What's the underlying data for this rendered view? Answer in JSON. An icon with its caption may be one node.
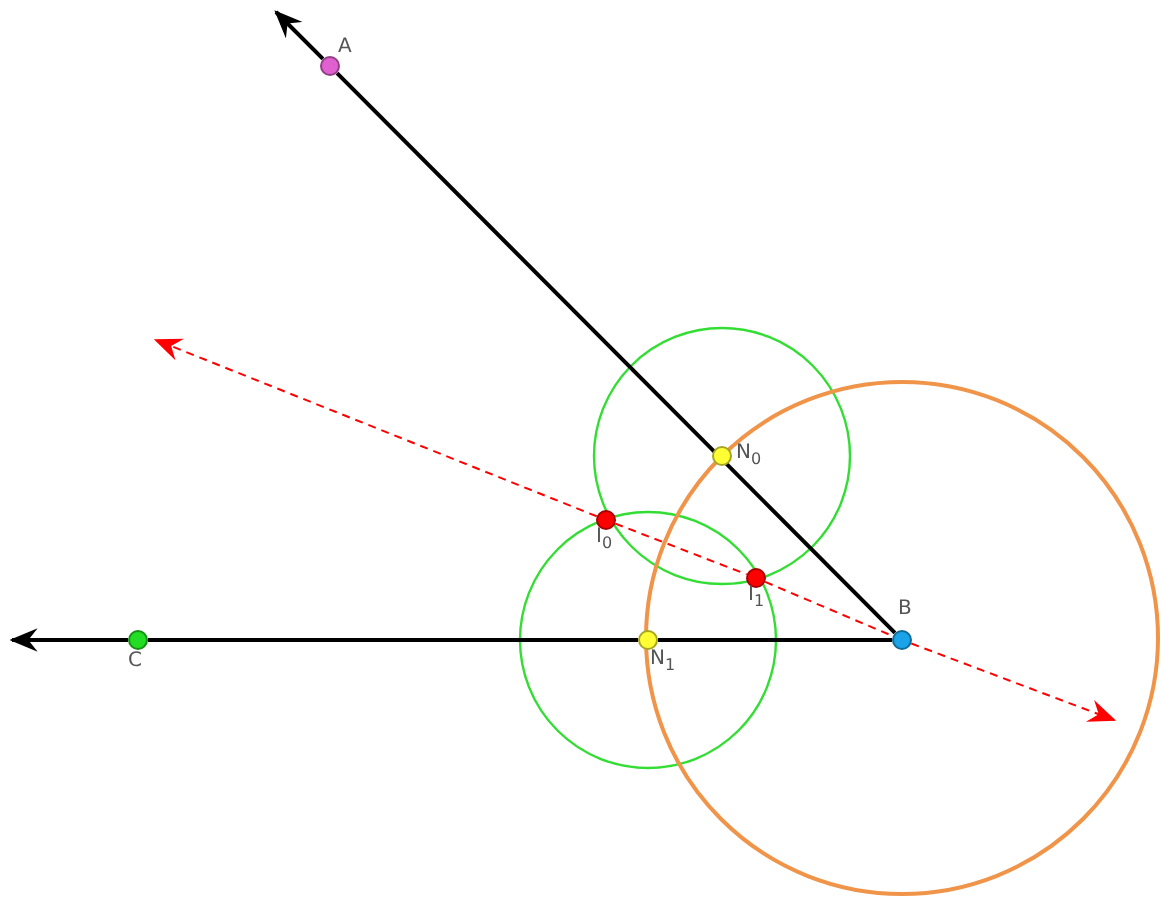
{
  "diagram": {
    "nodes": [
      {
        "text": [],
        "shape": "circle",
        "beside": [
          "A"
        ]
      },
      {
        "text": [],
        "shape": "circle",
        "beside": [
          "N$_{0}$"
        ]
      },
      {
        "text": [],
        "shape": "circle",
        "beside": [
          "I$_{0}$"
        ]
      },
      {
        "text": [],
        "shape": "circle",
        "beside": [
          "I$_{1}$"
        ]
      },
      {
        "text": [],
        "shape": "circle",
        "beside": [
          "B"
        ]
      },
      {
        "text": [],
        "shape": "circle",
        "beside": [
          "N$_{1}$"
        ]
      },
      {
        "text": [],
        "shape": "circle",
        "beside": [
          "C"
        ]
      }
    ],
    "edges": [
      {
        "from": 4,
        "to": 0,
        "arrow": "none"
      },
      {
        "from": 0,
        "to": null,
        "arrow": "to"
      },
      {
        "from": 4,
        "to": 5,
        "arrow": "none"
      },
      {
        "from": 5,
        "to": 6,
        "arrow": "none"
      },
      {
        "from": 6,
        "to": null,
        "arrow": "to"
      },
      {
        "from": 2,
        "to": null,
        "arrow": "to",
        "style": "dashed",
        "color": "#ff0000"
      },
      {
        "from": 2,
        "to": 3,
        "arrow": "none",
        "style": "dashed",
        "color": "#ff0000"
      },
      {
        "from": 3,
        "to": 4,
        "arrow": "none",
        "style": "dashed",
        "color": "#ff0000"
      },
      {
        "from": 4,
        "to": null,
        "arrow": "to",
        "style": "dashed",
        "color": "#ff0000"
      }
    ]
  }
}
